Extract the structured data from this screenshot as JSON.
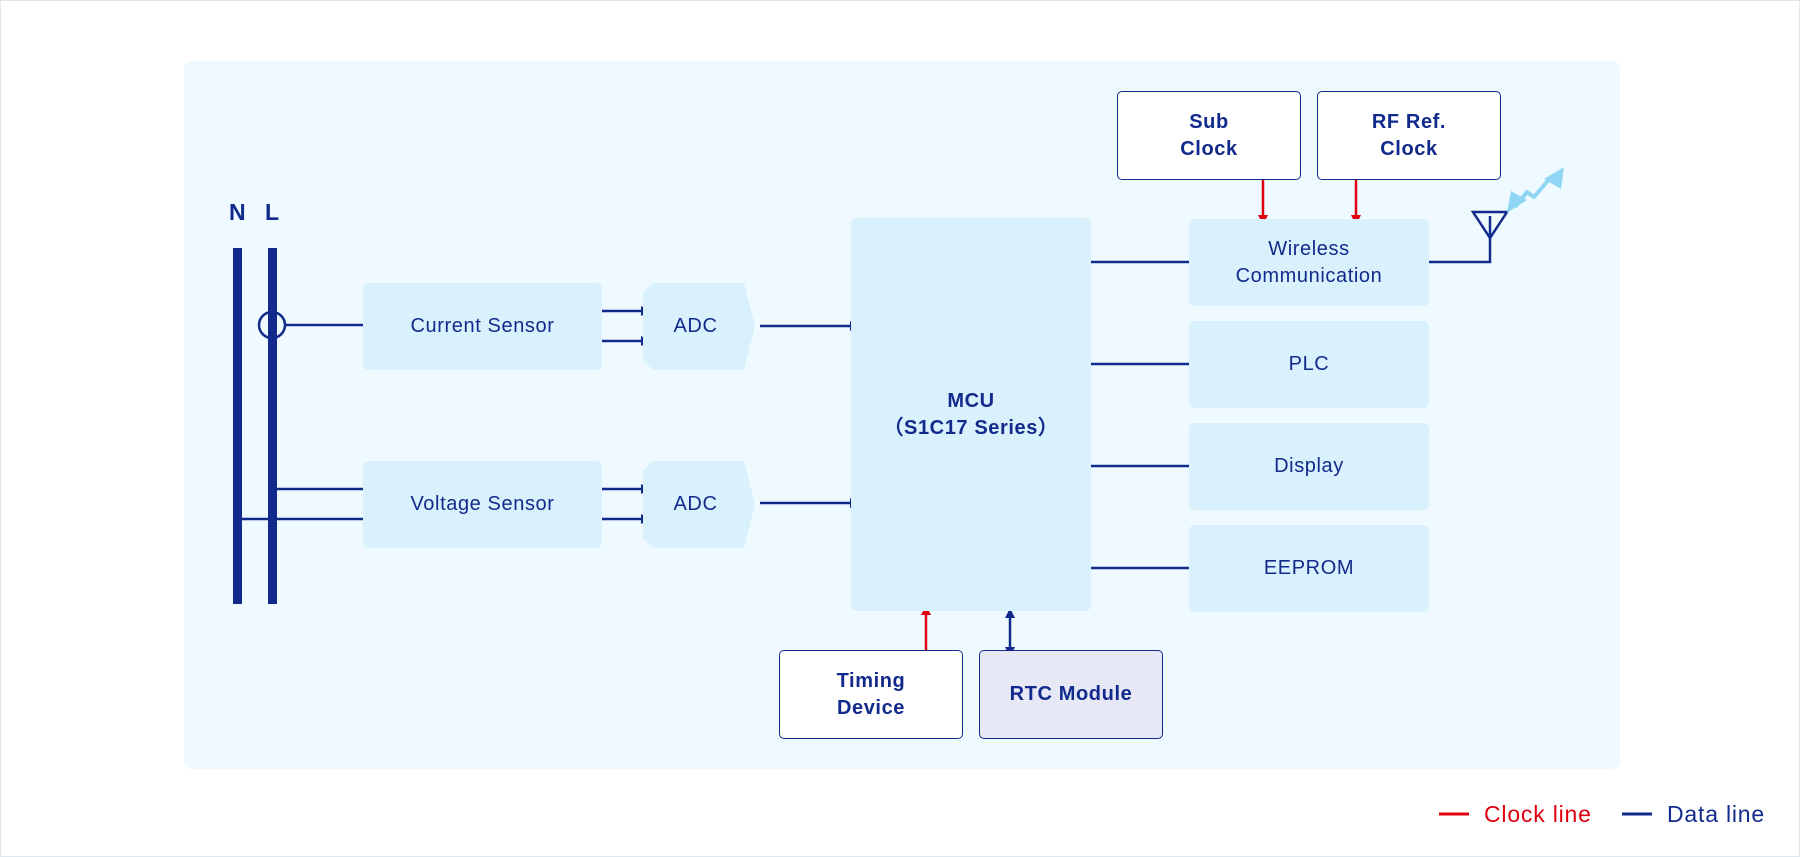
{
  "buses": {
    "n_label": "N",
    "l_label": "L"
  },
  "blocks": {
    "current_sensor": "Current Sensor",
    "voltage_sensor": "Voltage Sensor",
    "adc_top": "ADC",
    "adc_bottom": "ADC",
    "mcu_line1": "MCU",
    "mcu_line2": "（S1C17 Series）",
    "sub_clock": "Sub\nClock",
    "rf_ref_clock": "RF Ref.\nClock",
    "wireless": "Wireless\nCommunication",
    "plc": "PLC",
    "display": "Display",
    "eeprom": "EEPROM",
    "timing_device": "Timing\nDevice",
    "rtc_module": "RTC Module"
  },
  "legend": {
    "clock_label": "Clock line",
    "data_label": "Data line"
  },
  "colors": {
    "data_line": "#122a8c",
    "clock_line": "#e0000f",
    "block_fill": "#d8f1fc",
    "panel_bg": "#eefaff",
    "wireless_signal": "#8fd6f5"
  },
  "icons": [
    "antenna-icon",
    "wireless-signal-icon",
    "current-clamp-icon"
  ]
}
